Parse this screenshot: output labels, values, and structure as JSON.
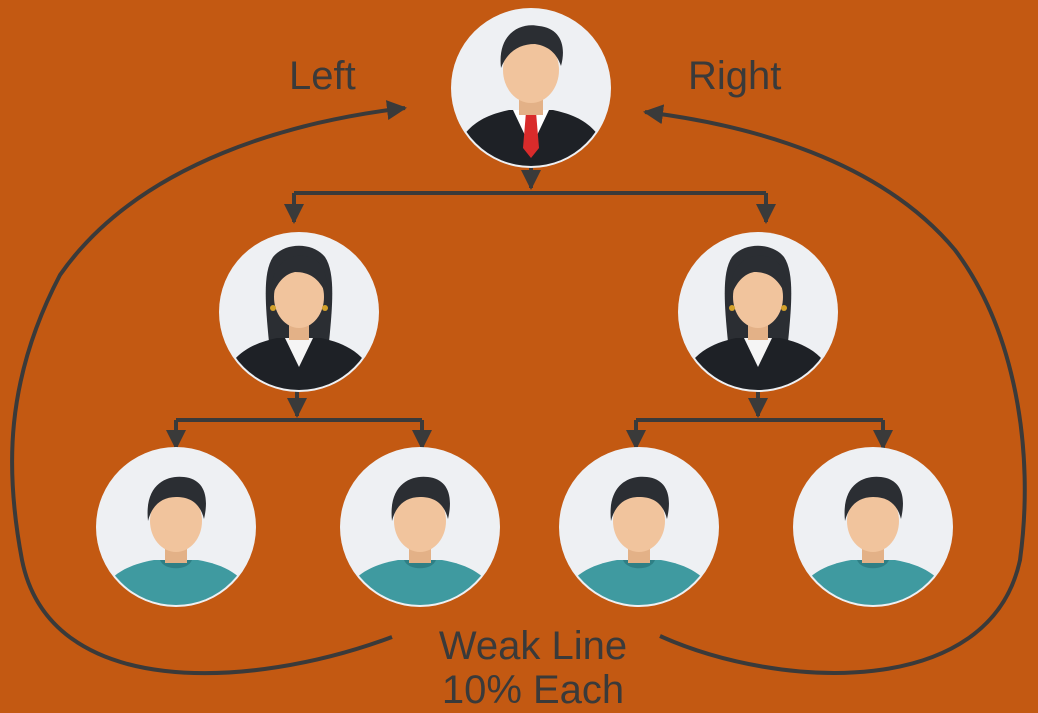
{
  "labels": {
    "left": "Left",
    "right": "Right",
    "weak_line": "Weak Line",
    "weak_percent": "10% Each"
  },
  "colors": {
    "background": "#c35912",
    "lines": "#3a3a3a",
    "avatar_bg": "#eef0f3",
    "skin": "#f1c49d",
    "hair": "#2b2e33",
    "suit": "#1e2126",
    "tie": "#d92b2b",
    "shirt_teal": "#3f9aa0"
  },
  "nodes": [
    {
      "id": "top",
      "icon": "businessman-avatar-icon"
    },
    {
      "id": "mid-left",
      "icon": "businesswoman-avatar-icon"
    },
    {
      "id": "mid-right",
      "icon": "businesswoman-avatar-icon"
    },
    {
      "id": "bottom-1",
      "icon": "person-avatar-icon"
    },
    {
      "id": "bottom-2",
      "icon": "person-avatar-icon"
    },
    {
      "id": "bottom-3",
      "icon": "person-avatar-icon"
    },
    {
      "id": "bottom-4",
      "icon": "person-avatar-icon"
    }
  ]
}
